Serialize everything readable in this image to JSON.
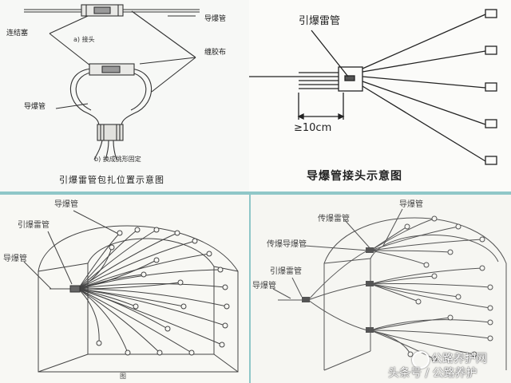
{
  "panel_top_left": {
    "label_detonator_tube": "导爆管",
    "label_connector_plug": "连结塞",
    "label_joint": "a) 接头",
    "label_tape": "缠胶布",
    "label_detonator_tube_2": "导爆管",
    "label_ring_fix": "b) 换成挑形固定",
    "caption": "引爆雷管包扎位置示意图"
  },
  "panel_top_right": {
    "label_detonator": "引爆雷管",
    "label_length": "≥10cm",
    "caption": "导爆管接头示意图"
  },
  "panel_bottom_left": {
    "label_detonator_tube": "导爆管",
    "label_detonator": "引爆雷管",
    "label_detonator_tube_2": "导爆管",
    "label_figure": "图"
  },
  "panel_bottom_right": {
    "label_transfer_detonator": "传爆雷管",
    "label_detonator_tube": "导爆管",
    "label_transfer_tube": "传爆导爆管",
    "label_detonator": "引爆雷管",
    "label_detonator_tube_2": "导爆管"
  },
  "watermark": {
    "line1": "公路养护网",
    "line2": "头条号 / 公路养护"
  }
}
